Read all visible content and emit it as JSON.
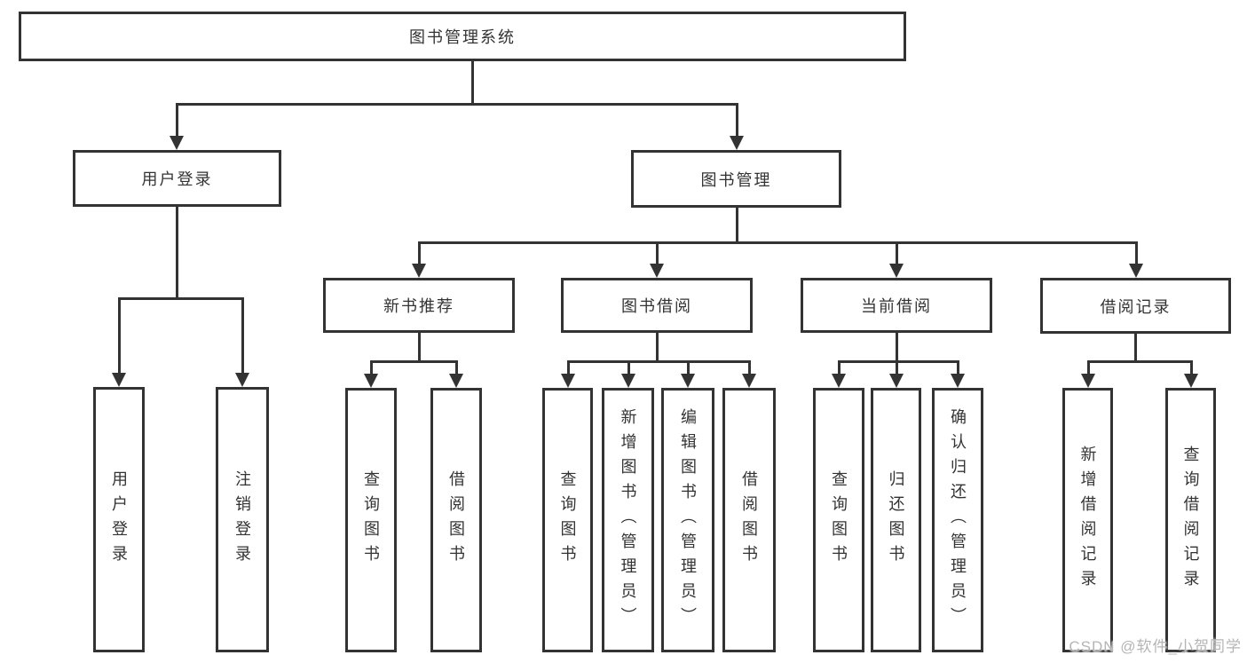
{
  "root": {
    "label": "图书管理系统"
  },
  "branches": {
    "user": {
      "label": "用户登录",
      "leaves": [
        "用户登录",
        "注销登录"
      ]
    },
    "book": {
      "label": "图书管理",
      "groups": [
        {
          "label": "新书推荐",
          "leaves": [
            "查询图书",
            "借阅图书"
          ]
        },
        {
          "label": "图书借阅",
          "leaves": [
            "查询图书",
            "新增图书（管理员）",
            "编辑图书（管理员）",
            "借阅图书"
          ]
        },
        {
          "label": "当前借阅",
          "leaves": [
            "查询图书",
            "归还图书",
            "确认归还（管理员）"
          ]
        },
        {
          "label": "借阅记录",
          "leaves": [
            "新增借阅记录",
            "查询借阅记录"
          ]
        }
      ]
    }
  },
  "watermark": "CSDN @软件_小贺同学",
  "colors": {
    "line": "#333333",
    "text": "#333333",
    "watermark": "#b5b5b5",
    "background": "#ffffff"
  }
}
